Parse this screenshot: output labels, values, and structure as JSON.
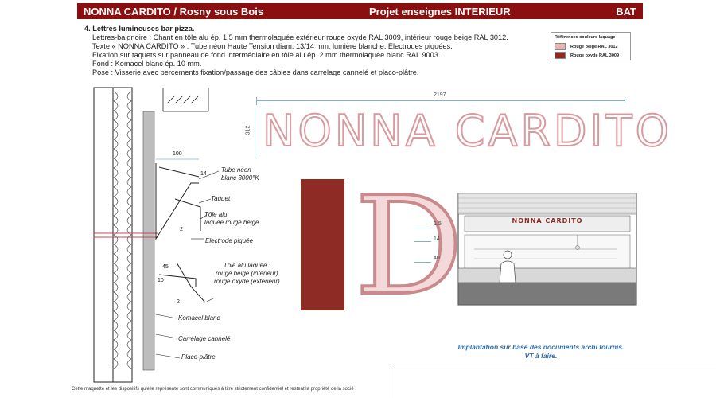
{
  "header": {
    "left": "NONNA CARDITO / Rosny sous Bois",
    "middle": "Projet enseignes INTERIEUR",
    "right": "BAT"
  },
  "spec": {
    "heading": "4. Lettres lumineuses bar pizza.",
    "lines": [
      "Lettres-baignoire : Chant en tôle alu ép. 1,5 mm thermolaquée extérieur rouge oxyde RAL 3009, intérieur rouge beige RAL 3012.",
      "Texte « NONNA CARDITO » : Tube néon Haute Tension diam. 13/14 mm, lumière blanche. Electrodes piquées.",
      "Fixation sur taquets sur panneau de fond intermédiaire en tôle alu ép. 2 mm thermolaquée blanc RAL 9003.",
      "Fond : Komacel blanc ép. 10 mm.",
      "Pose : Visserie avec percements fixation/passage des câbles dans carrelage cannelé et placo-plâtre."
    ]
  },
  "color_reference": {
    "title": "Références couleurs laquage",
    "items": [
      {
        "label": "Rouge beige RAL 3012",
        "color": "#e3b4b4"
      },
      {
        "label": "Rouge oxyde RAL 3009",
        "color": "#8e2b24"
      }
    ]
  },
  "sign": {
    "text": "NONNA CARDITO",
    "width_dim": "2197",
    "height_dim": "312",
    "detail_letter": "D",
    "detail_dims": [
      "1,5",
      "14",
      "40"
    ]
  },
  "section": {
    "dim_top": "100",
    "labels": {
      "tube": "Tube néon\nblanc 3000°K",
      "taquet": "Taquet",
      "tole_beige": "Tôle alu\nlaquée rouge beige",
      "electrode": "Electrode piquée",
      "tole_laquee": "Tôle alu laquée :\nrouge beige (intérieur)\nrouge oxyde (extérieur)",
      "komacel": "Komacel blanc",
      "carrelage": "Carrelage cannelé",
      "placo": "Placo-plâtre"
    },
    "dims": {
      "d14": "14",
      "d2": "2",
      "d45": "45",
      "d10": "10",
      "d2b": "2"
    }
  },
  "elevation": {
    "sign_text": "NONNA CARDITO"
  },
  "implantation": "Implantation sur base des documents archi fournis.\nVT à faire.",
  "footer": "Cette maquette et les dispositifs qu'elle représente sont communiqués à titre strictement confidentiel et restent la propriété de la socié",
  "colors": {
    "brand": "#8b0f10",
    "neon_outline": "#d89a9e",
    "dimension": "#7fb4cc"
  }
}
